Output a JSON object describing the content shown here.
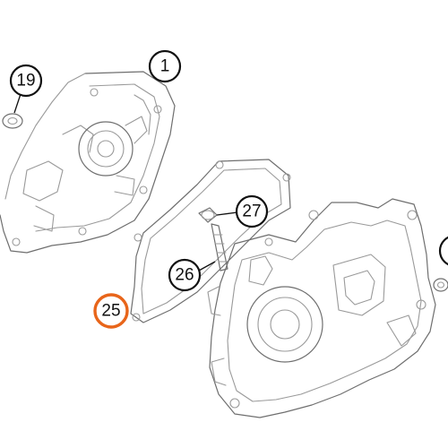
{
  "diagram": {
    "highlight_color": "#e8651a",
    "line_color": "#9a9a9a",
    "callouts": [
      {
        "label": "1",
        "highlighted": false
      },
      {
        "label": "19",
        "highlighted": false
      },
      {
        "label": "27",
        "highlighted": false
      },
      {
        "label": "26",
        "highlighted": false
      },
      {
        "label": "25",
        "highlighted": true
      }
    ]
  }
}
